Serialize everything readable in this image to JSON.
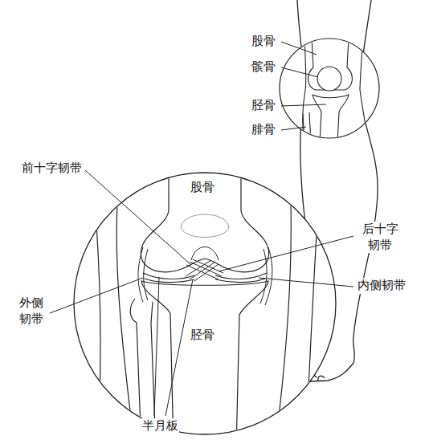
{
  "diagram": {
    "labels": [
      "股骨",
      "髌骨",
      "胫骨",
      "腓骨",
      "前十字韧带",
      "股骨",
      "后十字 韧带",
      "外侧 韧带",
      "内侧韧带",
      "胫骨",
      "半月板"
    ]
  }
}
